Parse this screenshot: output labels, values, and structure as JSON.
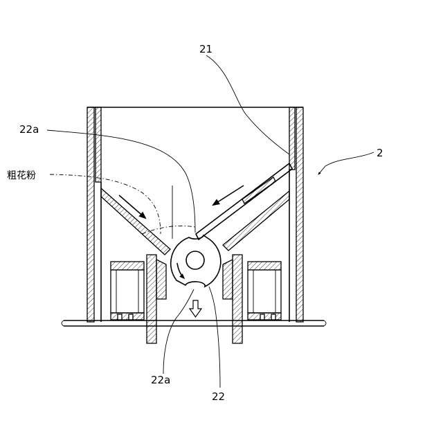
{
  "labels": {
    "ref_21": "21",
    "ref_2": "2",
    "ref_22a_top": "22a",
    "ref_22a_bottom": "22a",
    "ref_22": "22",
    "coarse_pollen": "粗花粉"
  },
  "colors": {
    "line": "#000000",
    "background": "#ffffff"
  },
  "icons": {
    "flow_arrow": "arrow-icon",
    "discharge_arrow": "hollow-down-arrow-icon",
    "rotation_arrow": "curved-arrow-icon"
  }
}
